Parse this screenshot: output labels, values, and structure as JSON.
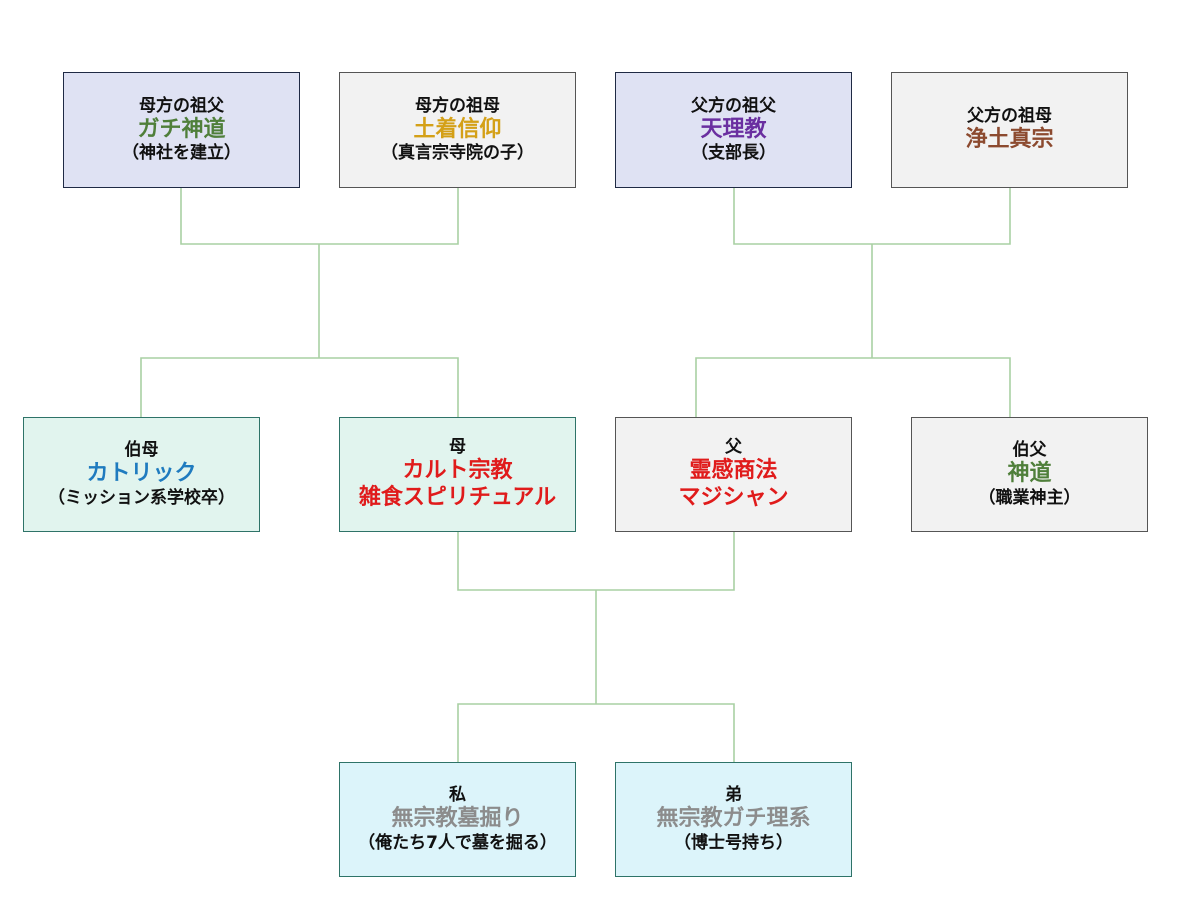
{
  "colors": {
    "connector": "#a9d0a3",
    "green": "#4f7f3a",
    "gold": "#d4a017",
    "purple": "#6a2fa0",
    "brown": "#8c4a2f",
    "blue": "#1f7bbf",
    "red": "#e01b1b",
    "gray": "#8c8c8c"
  },
  "nodes": {
    "maternal_grandfather": {
      "role": "母方の祖父",
      "belief": "ガチ神道",
      "note": "（神社を建立）"
    },
    "maternal_grandmother": {
      "role": "母方の祖母",
      "belief": "土着信仰",
      "note": "（真言宗寺院の子）"
    },
    "paternal_grandfather": {
      "role": "父方の祖父",
      "belief": "天理教",
      "note": "（支部長）"
    },
    "paternal_grandmother": {
      "role": "父方の祖母",
      "belief": "浄土真宗"
    },
    "aunt": {
      "role": "伯母",
      "belief": "カトリック",
      "note": "（ミッション系学校卒）"
    },
    "mother": {
      "role": "母",
      "belief": "カルト宗教",
      "belief2": "雑食スピリチュアル"
    },
    "father": {
      "role": "父",
      "belief": "霊感商法",
      "belief2": "マジシャン"
    },
    "uncle": {
      "role": "伯父",
      "belief": "神道",
      "note": "（職業神主）"
    },
    "me": {
      "role": "私",
      "belief": "無宗教墓掘り",
      "note": "（俺たち7人で墓を掘る）"
    },
    "brother": {
      "role": "弟",
      "belief": "無宗教ガチ理系",
      "note": "（博士号持ち）"
    }
  }
}
